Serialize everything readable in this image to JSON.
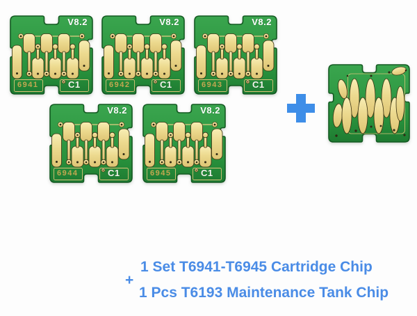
{
  "cartridge_chips": [
    {
      "version": "V8.2",
      "number": "6941",
      "code": "C1"
    },
    {
      "version": "V8.2",
      "number": "6942",
      "code": "C1"
    },
    {
      "version": "V8.2",
      "number": "6943",
      "code": "C1"
    },
    {
      "version": "V8.2",
      "number": "6944",
      "code": "C1"
    },
    {
      "version": "V8.2",
      "number": "6945",
      "code": "C1"
    }
  ],
  "separator": {
    "plus": "+"
  },
  "caption": {
    "plus": "+",
    "line1": "1 Set T6941-T6945 Cartridge Chip",
    "line2": "1 Pcs T6193 Maintenance Tank Chip"
  },
  "colors": {
    "background": "#fdfdfd",
    "pcb_green": "#2d9440",
    "pcb_edge": "#155d24",
    "gold": "#ecd98e",
    "accent_blue": "#3e8ee8",
    "caption_blue": "#4a8ce6",
    "chip_number_gold": "#c3a751"
  }
}
